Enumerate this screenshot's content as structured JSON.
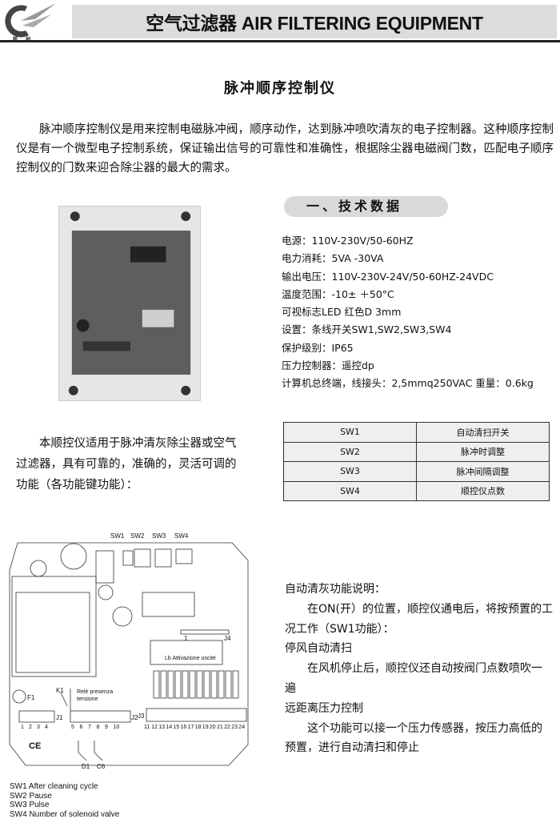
{
  "header": {
    "logo_text": "超创",
    "banner": "空气过滤器 AIR FILTERING EQUIPMENT"
  },
  "title": "脉冲顺序控制仪",
  "intro": "脉冲顺序控制仪是用来控制电磁脉冲阀，顺序动作，达到脉冲喷吹清灰的电子控制器。这种顺序控制仪是有一个微型电子控制系统，保证输出信号的可靠性和准确性，根据除尘器电磁阀门数，匹配电子顺序控制仪的门数来迎合除尘器的最大的需求。",
  "section": "一、技术数据",
  "specs": [
    "电源：110V-230V/50-60HZ",
    "电力消耗：5VA  -30VA",
    "输出电压：110V-230V-24V/50-60HZ-24VDC",
    "温度范围：-10±  ＋50°C",
    "可视标志LED 红色D  3mm",
    "设置：条线开关SW1,SW2,SW3,SW4",
    "保护级别：IP65",
    "压力控制器：遥控dp",
    "计算机总终端，线接头：2,5mmq250VAC 重量：0.6kg"
  ],
  "usage": "本顺控仪适用于脉冲清灰除尘器或空气过滤器，具有可靠的，准确的，灵活可调的功能（各功能键功能）：",
  "sw_table": [
    [
      "SW1",
      "自动清扫开关"
    ],
    [
      "SW2",
      "脉冲时调整"
    ],
    [
      "SW3",
      "脉冲间隔调整"
    ],
    [
      "SW4",
      "顺控仪点数"
    ]
  ],
  "diagram": {
    "sw": [
      "SW1",
      "SW2",
      "SW3",
      "SW4"
    ],
    "j1": "J1",
    "j2": "J2",
    "j3": "J3",
    "j4": "J4",
    "k1": "K1",
    "f1": "F1",
    "relay": "Relè presenza",
    "relay2": "tensione",
    "lb": "Lb Attivazione uscite",
    "d1": "D1",
    "c6": "C6",
    "ce": "CE",
    "j4num": "1",
    "t1": [
      "1",
      "2",
      "3",
      "4"
    ],
    "t2": [
      "5",
      "6",
      "7",
      "8",
      "9",
      "10"
    ],
    "t3": [
      "11",
      "12",
      "13",
      "14",
      "15",
      "16",
      "17",
      "18",
      "19",
      "20",
      "21",
      "22",
      "23",
      "24"
    ]
  },
  "legend": [
    "SW1 After cleaning cycle",
    "SW2 Pause",
    "SW3 Pulse",
    "SW4 Number of solenoid valve"
  ],
  "func": [
    {
      "t": "自动清灰功能说明：",
      "i": false
    },
    {
      "t": "在ON(开）的位置，顺控仪通电后，将按预置的工况工作（SW1功能）：",
      "i": true
    },
    {
      "t": "停风自动清扫",
      "i": false
    },
    {
      "t": "在风机停止后，顺控仪还自动按阀门点数喷吹一遍",
      "i": true
    },
    {
      "t": "远距离压力控制",
      "i": false
    },
    {
      "t": "这个功能可以接一个压力传感器，按压力高低的预置，进行自动清扫和停止",
      "i": true
    }
  ]
}
